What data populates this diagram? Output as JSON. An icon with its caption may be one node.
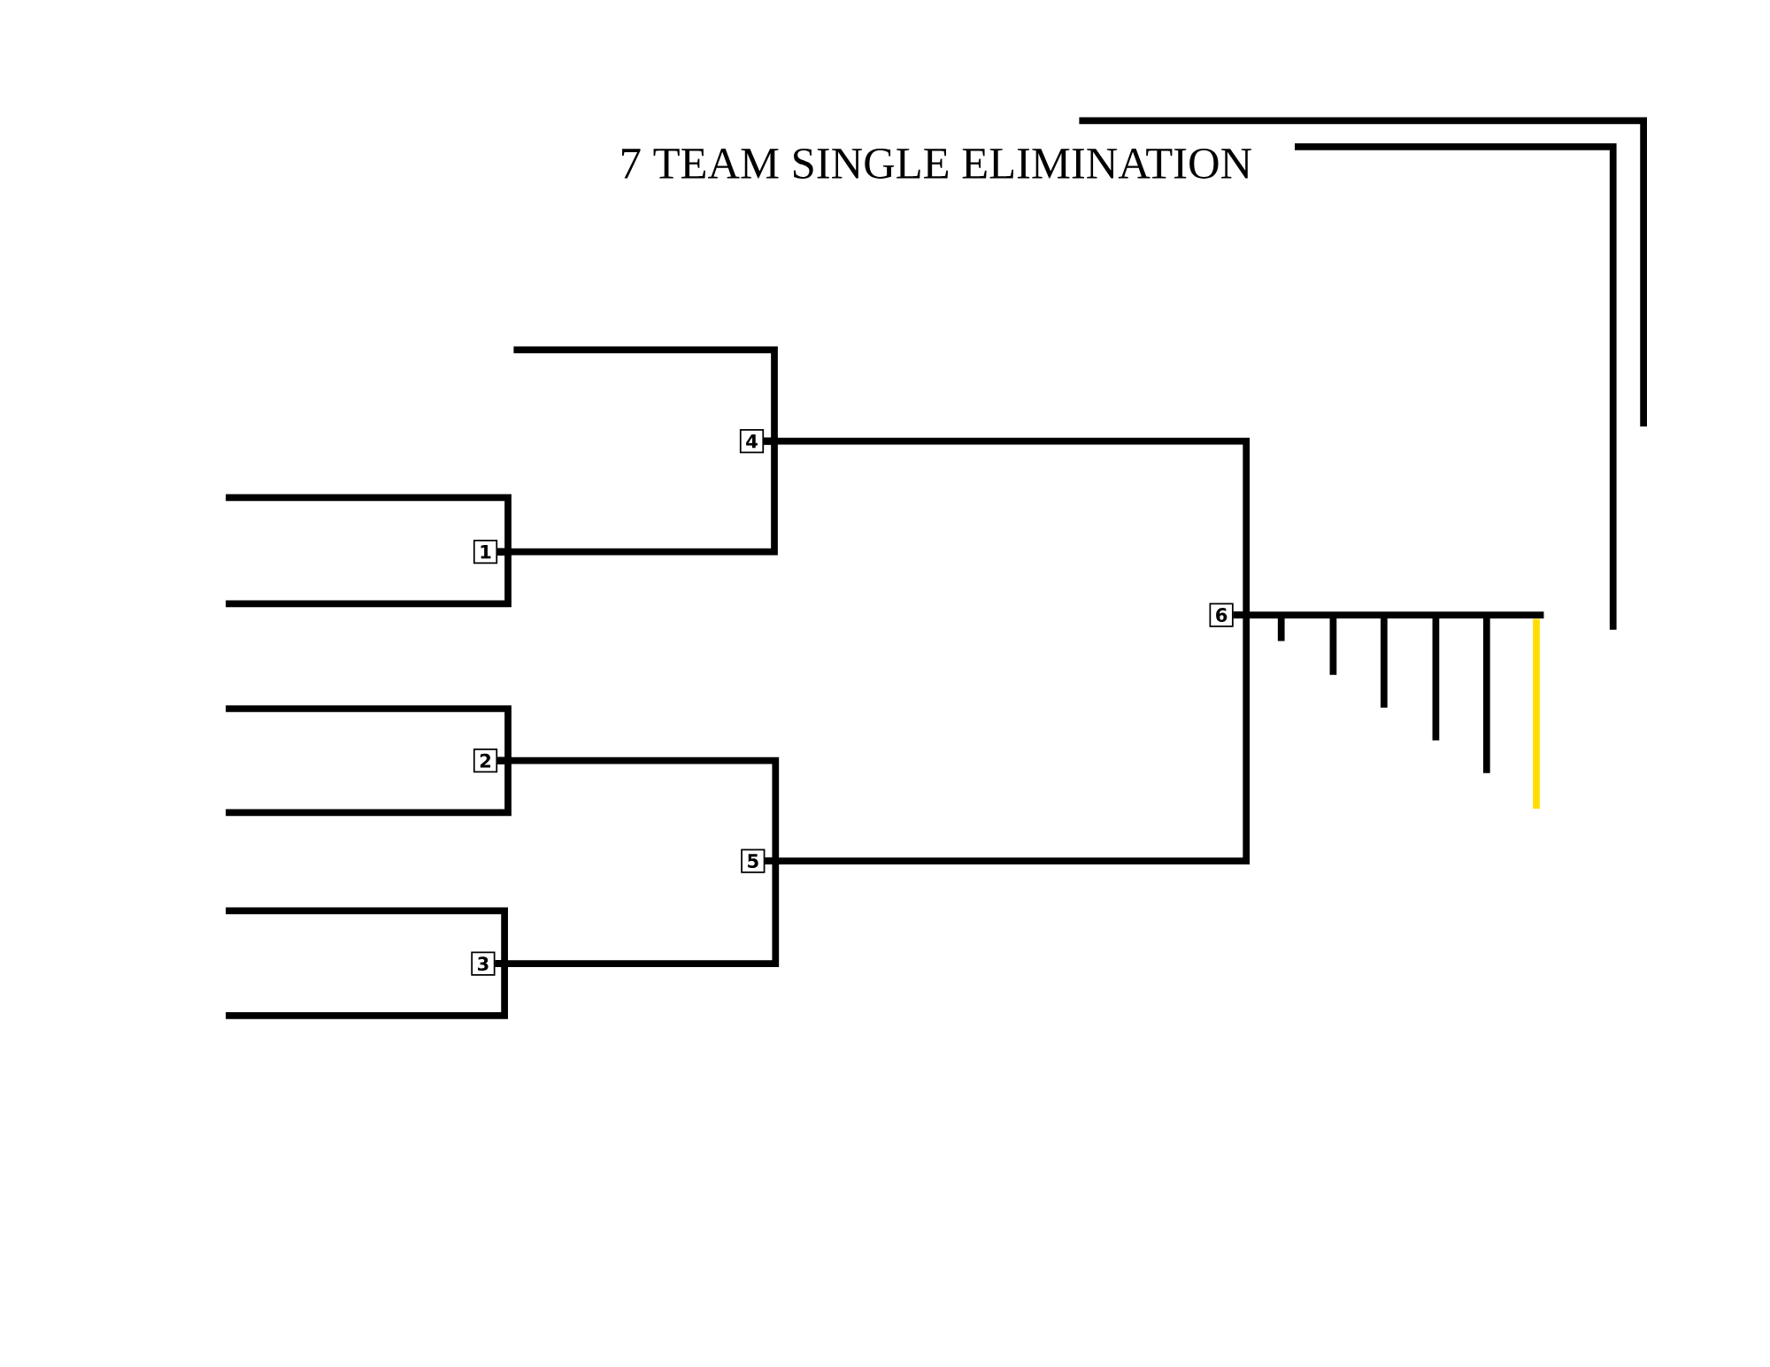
{
  "diagram": {
    "title": "7 TEAM SINGLE ELIMINATION",
    "nodes": [
      {
        "text": [
          "1"
        ]
      },
      {
        "text": [
          "2"
        ]
      },
      {
        "text": [
          "3"
        ]
      },
      {
        "text": [
          "4"
        ]
      },
      {
        "text": [
          "5"
        ]
      },
      {
        "text": [
          "6"
        ]
      },
      {
        "text": [],
        "shape": "bar"
      }
    ],
    "edges": [
      {
        "from": null,
        "to": 0,
        "arrow": "none"
      },
      {
        "from": null,
        "to": 0,
        "arrow": "none"
      },
      {
        "from": null,
        "to": 1,
        "arrow": "none"
      },
      {
        "from": null,
        "to": 1,
        "arrow": "none"
      },
      {
        "from": null,
        "to": 2,
        "arrow": "none"
      },
      {
        "from": null,
        "to": 2,
        "arrow": "none"
      },
      {
        "from": null,
        "to": 3,
        "arrow": "none"
      },
      {
        "from": 0,
        "to": 3,
        "arrow": "none"
      },
      {
        "from": 1,
        "to": 4,
        "arrow": "none"
      },
      {
        "from": 2,
        "to": 4,
        "arrow": "none"
      },
      {
        "from": 3,
        "to": 5,
        "arrow": "none"
      },
      {
        "from": 4,
        "to": 5,
        "arrow": "none"
      },
      {
        "from": 5,
        "to": 6,
        "arrow": "none"
      }
    ]
  }
}
